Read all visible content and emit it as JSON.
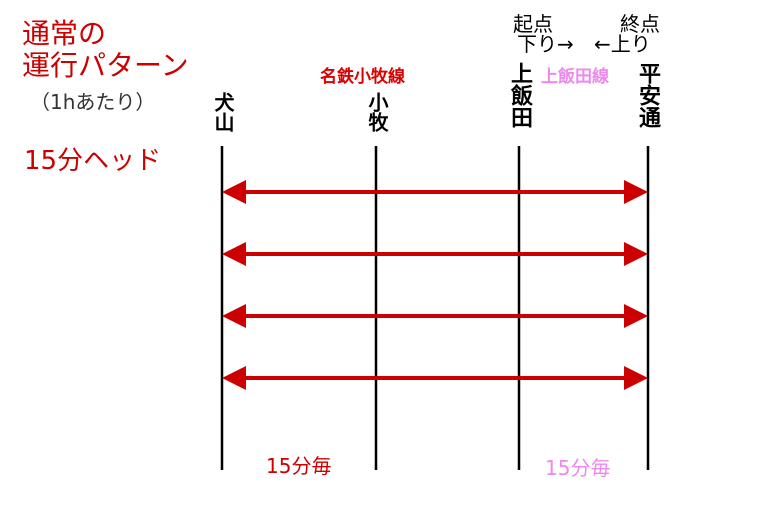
{
  "title": {
    "line1": "通常の",
    "line2": "運行パターン",
    "subtitle": "（1hあたり）"
  },
  "headway": "15分ヘッド",
  "lines": {
    "meitetsu": {
      "name": "名鉄小牧線",
      "color": "#dd0000"
    },
    "kamiiida": {
      "name": "上飯田線",
      "color": "#ee88ee"
    }
  },
  "stations": {
    "inuyama": "犬山",
    "komaki": "小牧",
    "kamiiida": "上飯田",
    "heian_dori": "平安通"
  },
  "direction": {
    "origin": "起点",
    "down": "下り→",
    "terminus": "終点",
    "up": "←上り"
  },
  "frequency": {
    "meitetsu": "15分毎",
    "kamiiida": "15分毎"
  },
  "arrow_color": "#cc0000",
  "service_rows": 4
}
